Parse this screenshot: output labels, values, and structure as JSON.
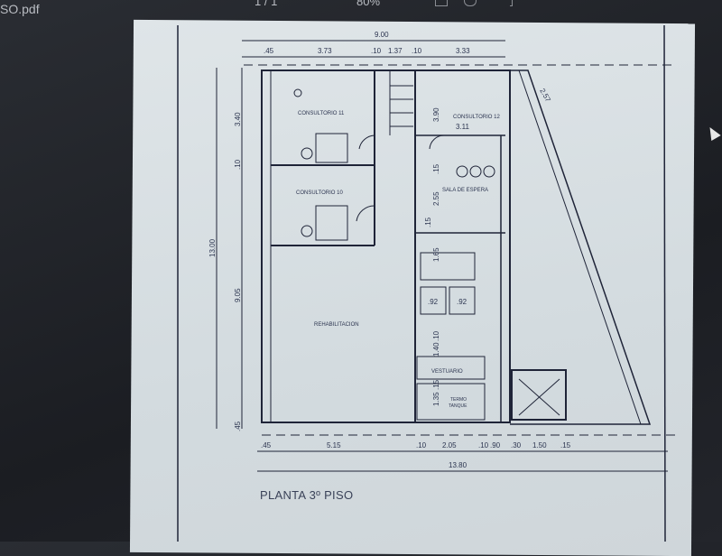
{
  "viewer": {
    "file_name": "SO.pdf",
    "page_indicator": "1 / 1",
    "zoom": "80%"
  },
  "plan": {
    "title": "PLANTA 3º PISO",
    "rooms": {
      "consultorio_11": "CONSULTORIO 11",
      "consultorio_10": "CONSULTORIO 10",
      "consultorio_12": "CONSULTORIO 12",
      "sala_espera": "SALA DE ESPERA",
      "rehabilitacion": "REHABILITACION",
      "vestuario": "VESTUARIO",
      "termo": "TERMO",
      "tanque": "TANQUE"
    },
    "dims_top_total": "9.00",
    "dims_top": [
      ".45",
      "3.73",
      ".10",
      "1.37",
      ".10",
      "3.33"
    ],
    "dims_left_total": "13.00",
    "dims_left": [
      "3.40",
      ".10",
      "9.05",
      ".45"
    ],
    "dims_bottom": [
      ".45",
      "5.15",
      ".10",
      "2.05",
      ".10",
      ".90",
      ".30",
      "1.50",
      ".15"
    ],
    "dims_bottom_total": "13.80",
    "dims_inner": [
      "3.11",
      "3.90",
      ".15",
      "2.55",
      ".15",
      "1.65",
      ".92",
      ".92",
      "1.40",
      ".10",
      "1.35",
      ".15",
      "2.57"
    ]
  }
}
